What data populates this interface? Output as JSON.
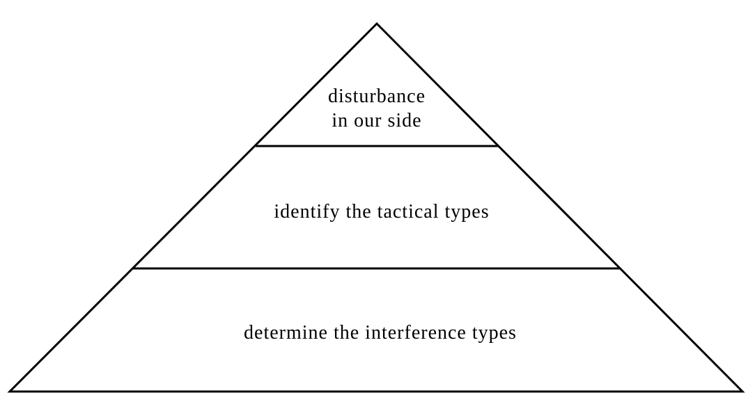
{
  "pyramid": {
    "levels": [
      {
        "lines": [
          "disturbance",
          "in our side"
        ]
      },
      {
        "lines": [
          "identify the tactical types"
        ]
      },
      {
        "lines": [
          "determine the interference types"
        ]
      }
    ]
  }
}
